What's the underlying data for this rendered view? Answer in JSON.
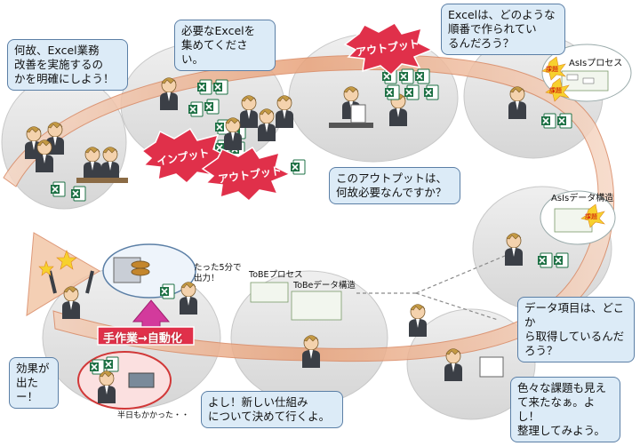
{
  "bubbles": {
    "why_improve": "何故、Excel業務\n改善を実施するの\nかを明確にしよう！",
    "collect_excel": "必要なExcelを\n集めてください。",
    "excel_how_made": "Excelは、どのような\n順番で作られてい\nるんだろう？",
    "why_output_needed": "このアウトプットは、\n何故必要なんですか？",
    "data_source": "データ項目は、どこか\nら取得しているんだ\nろう？",
    "issues_visible": "色々な課題も見え\nて来たなぁ。よし！\n整理してみよう。",
    "new_mechanism": "よし！新しい仕組み\nについて決めて行くよ。",
    "effect": "効果が\n出たー！"
  },
  "labels": {
    "input": "インプット",
    "output_left": "アウトプット",
    "output_top": "アウトプット",
    "automation": "手作業→自動化",
    "asis_process": "AsIsプロセス",
    "asis_data": "AsIsデータ構造",
    "issue_tag": "課題",
    "tobe_process": "ToBEプロセス",
    "tobe_data": "ToBeデータ構造",
    "five_minutes": "たった5分で\n出力！",
    "half_day": "半日もかかった・・"
  },
  "colors": {
    "bubble_fill": "#dcebf7",
    "bubble_border": "#5b7fa6",
    "arrow": "#e8a27a",
    "burst": "#e0304a",
    "excel_green": "#1e7145",
    "circle_fill": "#e3e3e3"
  }
}
